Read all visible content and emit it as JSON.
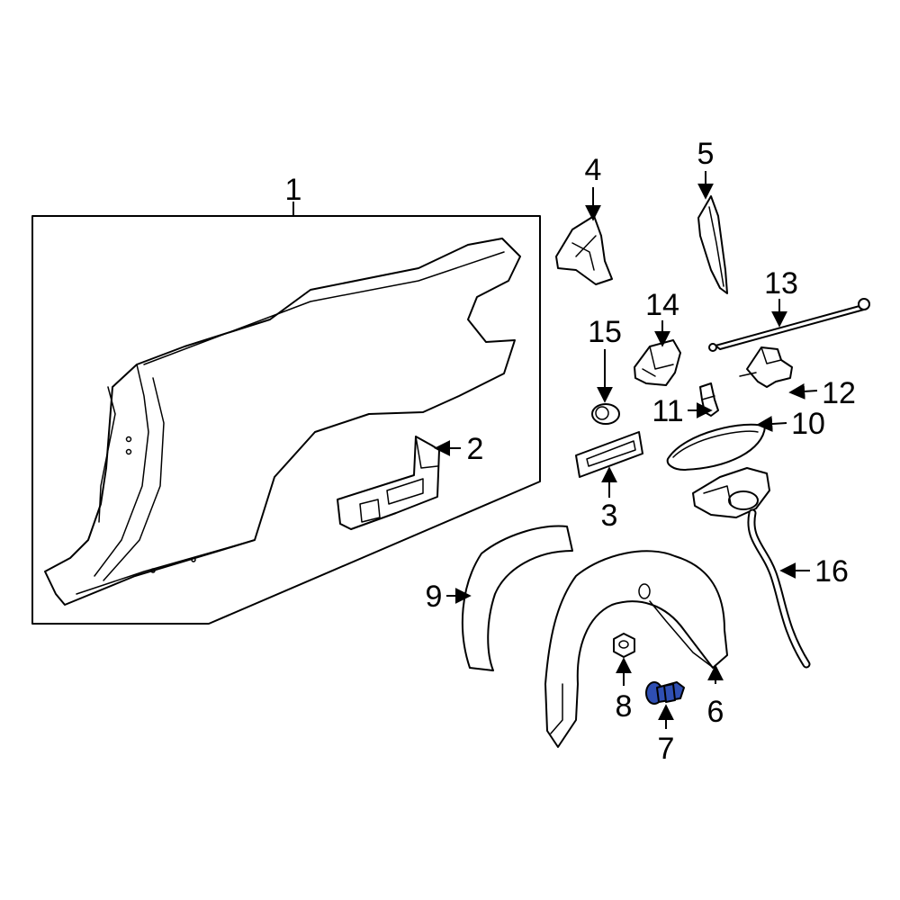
{
  "diagram": {
    "callouts": {
      "c1": "1",
      "c2": "2",
      "c3": "3",
      "c4": "4",
      "c5": "5",
      "c6": "6",
      "c7": "7",
      "c8": "8",
      "c9": "9",
      "c10": "10",
      "c11": "11",
      "c12": "12",
      "c13": "13",
      "c14": "14",
      "c15": "15",
      "c16": "16"
    },
    "highlight_part": "7",
    "colors": {
      "line": "#000000",
      "background": "#ffffff",
      "highlight": "#2f4fb3"
    }
  }
}
